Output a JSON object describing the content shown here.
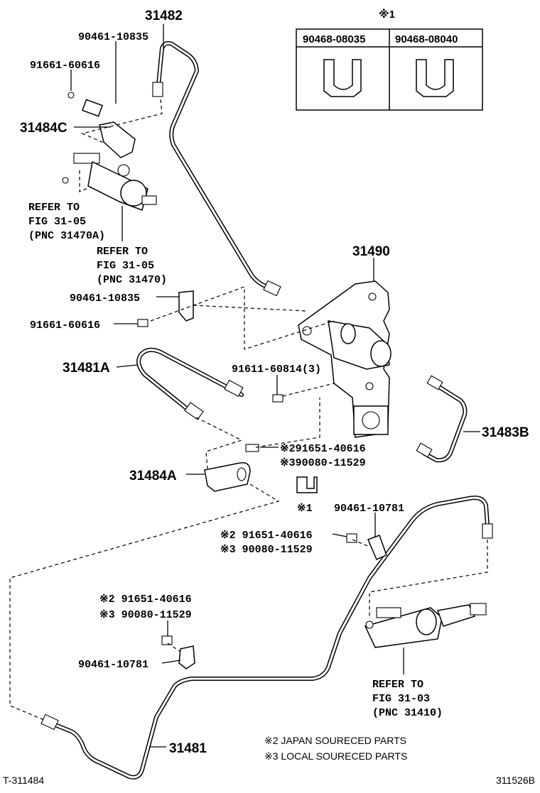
{
  "labels": {
    "p31482": "31482",
    "p90461_10835_top": "90461-10835",
    "p91661_60616_top": "91661-60616",
    "p31484C": "31484C",
    "refer1": [
      "REFER TO",
      "FIG 31-05",
      "(PNC 31470A)"
    ],
    "refer2": [
      "REFER TO",
      "FIG 31-05",
      "(PNC 31470)"
    ],
    "p31490": "31490",
    "p90461_10835_mid": "90461-10835",
    "p91661_60616_mid": "91661-60616",
    "p31481A": "31481A",
    "p91611_60814": "91611-60814(3)",
    "p31483B": "31483B",
    "n2_a": "※291651-40616",
    "n3_a": "※390080-11529",
    "p31484A": "31484A",
    "mark1": "※1",
    "p90461_10781_r": "90461-10781",
    "n2_b": "※2 91651-40616",
    "n3_b": "※3 90080-11529",
    "n2_c": "※2  91651-40616",
    "n3_c": "※3  90080-11529",
    "p90461_10781_l": "90461-10781",
    "refer3": [
      "REFER TO",
      "FIG 31-03",
      "(PNC 31410)"
    ],
    "p31481": "31481",
    "note_japan": "※2 JAPAN SOUREСED PARTS",
    "note_local": "※3 LOCAL SOUREСED PARTS",
    "fig_id": "T-311484",
    "fig_code": "311526B"
  },
  "table": {
    "title": "※1",
    "col1": "90468-08035",
    "col2": "90468-08040"
  }
}
